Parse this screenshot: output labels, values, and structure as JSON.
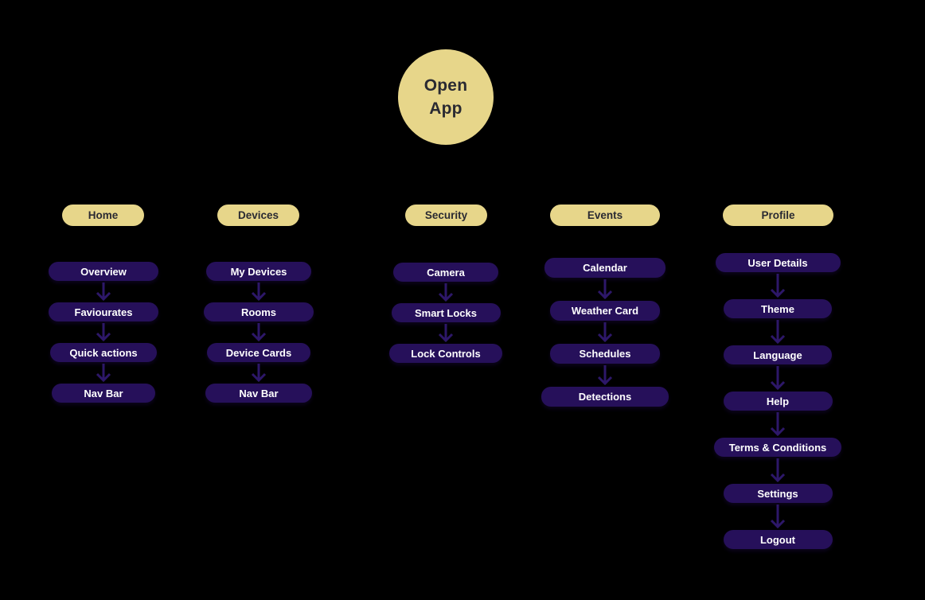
{
  "root": {
    "line1": "Open",
    "line2": "App"
  },
  "columns": [
    {
      "header": "Home",
      "items": [
        "Overview",
        "Faviourates",
        "Quick actions",
        "Nav Bar"
      ]
    },
    {
      "header": "Devices",
      "items": [
        "My Devices",
        "Rooms",
        "Device Cards",
        "Nav Bar"
      ]
    },
    {
      "header": "Security",
      "items": [
        "Camera",
        "Smart Locks",
        "Lock Controls"
      ]
    },
    {
      "header": "Events",
      "items": [
        "Calendar",
        "Weather Card",
        "Schedules",
        "Detections"
      ]
    },
    {
      "header": "Profile",
      "items": [
        "User Details",
        "Theme",
        "Language",
        "Help",
        "Terms & Conditions",
        "Settings",
        "Logout"
      ]
    }
  ],
  "colors": {
    "background": "#000000",
    "node_yellow": "#e7d68a",
    "node_purple": "#26105a",
    "arrow_purple": "#2d1769",
    "text_on_yellow": "#2a2a32",
    "text_on_purple": "#ffffff"
  }
}
